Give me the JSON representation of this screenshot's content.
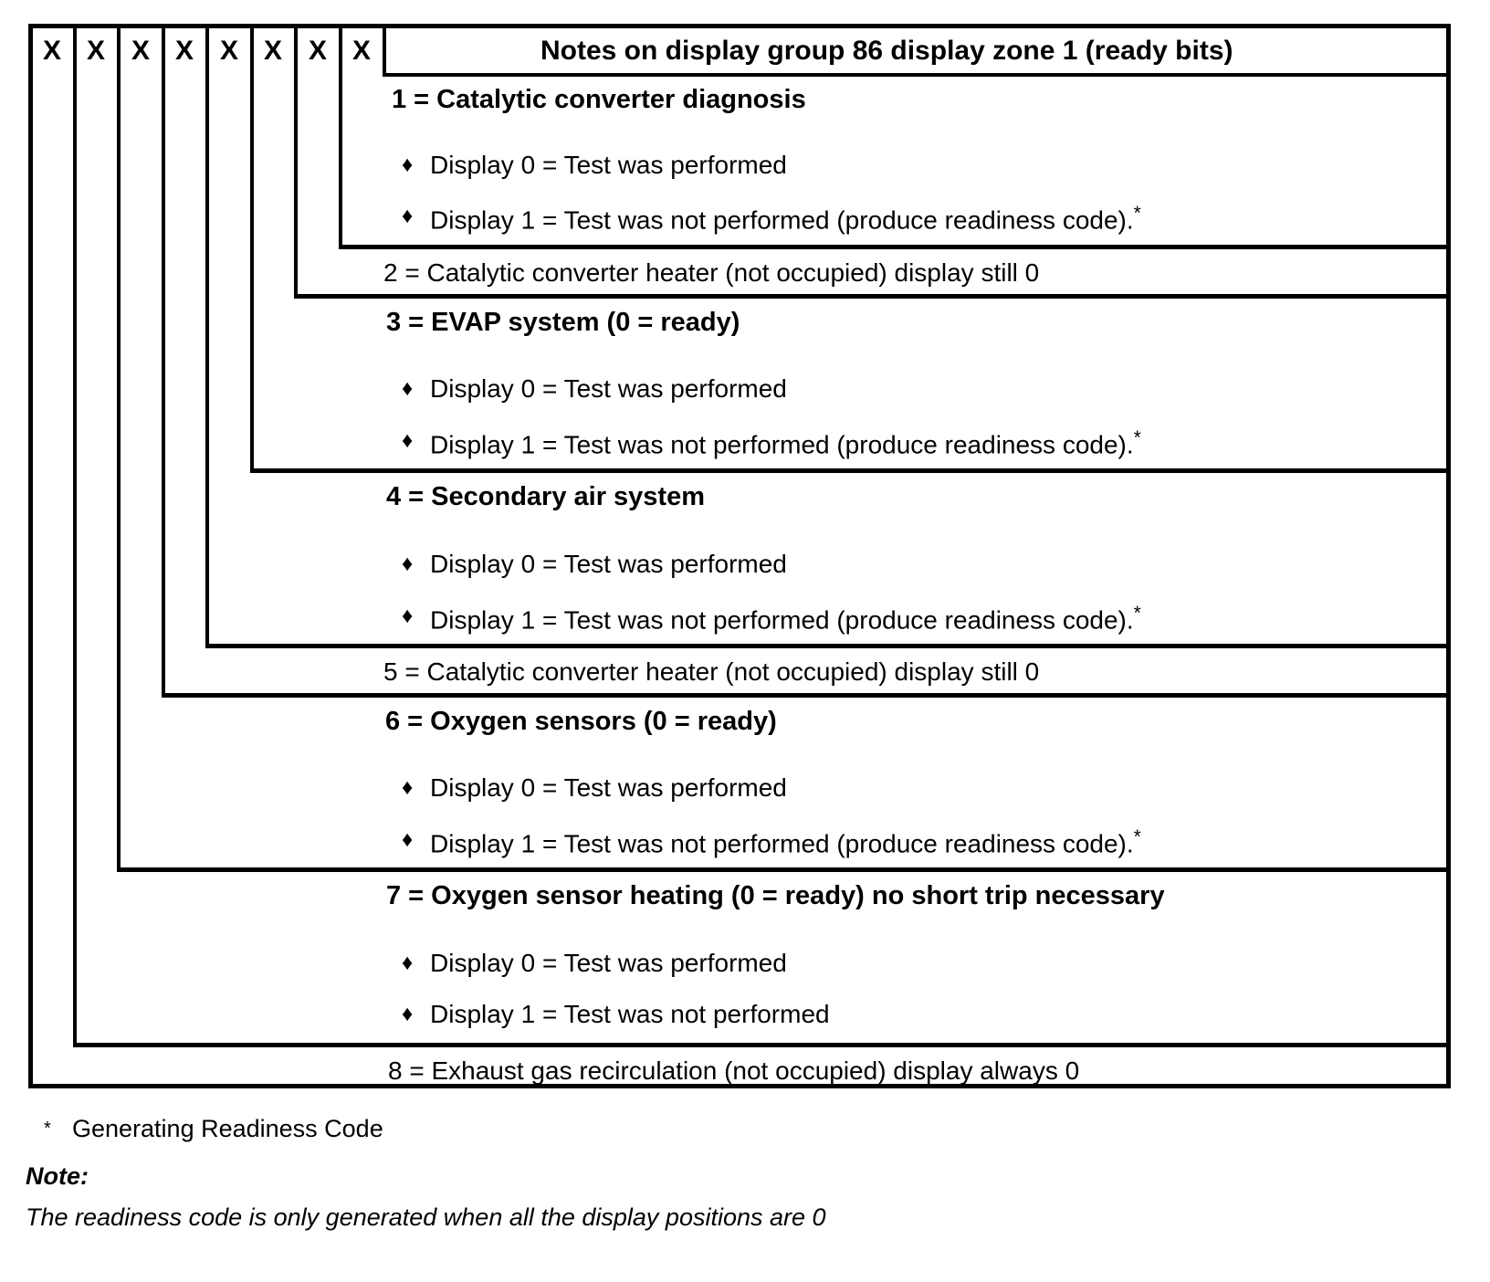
{
  "header": {
    "bit_cells": [
      "X",
      "X",
      "X",
      "X",
      "X",
      "X",
      "X",
      "X"
    ],
    "title": "Notes on display group 86 display zone 1 (ready bits)"
  },
  "bullets": {
    "glyph": "♦",
    "display0": "Display 0 = Test was performed",
    "display1_readiness": "Display 1 = Test was not performed (produce readiness code).",
    "display1_plain": "Display 1 = Test was not performed",
    "star": "*"
  },
  "items": [
    {
      "id": "item-1",
      "number": "1",
      "label": "1 = Catalytic converter diagnosis",
      "bold": true,
      "has_bullets": true,
      "bullet_0": "Display 0 = Test was performed",
      "bullet_1": "Display 1 = Test was not performed (produce readiness code).",
      "bullet_1_star": "*"
    },
    {
      "id": "item-2",
      "number": "2",
      "label": "2 = Catalytic converter heater (not occupied) display still 0",
      "bold": false,
      "has_bullets": false
    },
    {
      "id": "item-3",
      "number": "3",
      "label": "3 = EVAP system (0 = ready)",
      "bold": true,
      "has_bullets": true,
      "bullet_0": "Display 0 = Test was performed",
      "bullet_1": "Display 1 = Test was not performed (produce readiness code).",
      "bullet_1_star": "*"
    },
    {
      "id": "item-4",
      "number": "4",
      "label": "4 = Secondary air system",
      "bold": true,
      "has_bullets": true,
      "bullet_0": "Display 0 = Test was performed",
      "bullet_1": "Display 1 = Test was not performed (produce readiness code).",
      "bullet_1_star": "*"
    },
    {
      "id": "item-5",
      "number": "5",
      "label": "5 = Catalytic converter heater (not occupied) display still 0",
      "bold": false,
      "has_bullets": false
    },
    {
      "id": "item-6",
      "number": "6",
      "label": "6 = Oxygen sensors (0 = ready)",
      "bold": true,
      "has_bullets": true,
      "bullet_0": "Display 0 = Test was performed",
      "bullet_1": "Display 1 = Test was not performed (produce readiness code).",
      "bullet_1_star": "*"
    },
    {
      "id": "item-7",
      "number": "7",
      "label": "7 = Oxygen sensor heating (0 = ready) no short trip necessary",
      "bold": true,
      "has_bullets": true,
      "bullet_0": "Display 0 = Test was performed",
      "bullet_1": "Display 1 = Test was not performed",
      "bullet_1_star": ""
    },
    {
      "id": "item-8",
      "number": "8",
      "label": "8 = Exhaust gas recirculation (not occupied) display always 0",
      "bold": false,
      "has_bullets": false
    }
  ],
  "footnotes": {
    "star_symbol": "*",
    "star_text": "Generating Readiness Code",
    "note_label": "Note:",
    "note_text": "The readiness code is only generated when all the display positions are 0"
  },
  "colors": {
    "line": "#000000",
    "background": "#ffffff",
    "text": "#000000"
  }
}
